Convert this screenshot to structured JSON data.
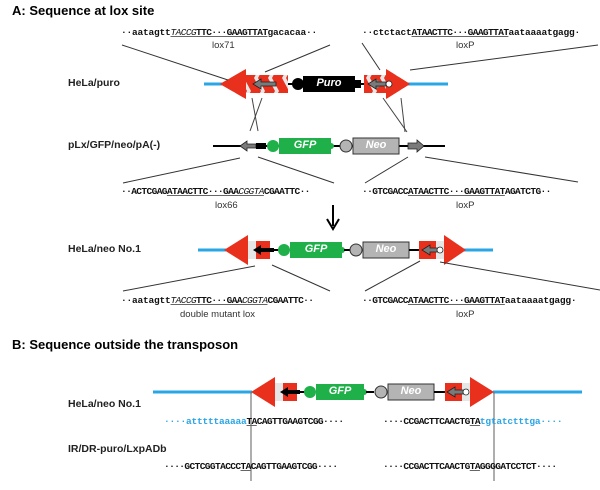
{
  "section_a": {
    "title": "A: Sequence at lox site",
    "rows": {
      "hela_puro": "HeLa/puro",
      "plx": "pLx/GFP/neo/pA(-)",
      "hela_neo": "HeLa/neo No.1"
    },
    "seq_top_left": {
      "pre": "··aatagtt",
      "mut1": "TACCG",
      "mid": "TTC···GAAGTTAT",
      "post": "gacacaa··",
      "label": "lox71"
    },
    "seq_top_right": {
      "pre": "··ctctact",
      "core": "ATAACTTC···GAAGTTAT",
      "post": "aataaaatgagg·",
      "label": "loxP"
    },
    "seq_mid_left": {
      "pre": "··ACTCGAG",
      "core1": "ATAACTTC···GAA",
      "mut2": "CGGTA",
      "post": "CGAATTC··",
      "label": "lox66"
    },
    "seq_mid_right": {
      "pre": "··GTCGACC",
      "core": "ATAACTTC···GAAGTTAT",
      "post": "AGATCTG··",
      "label": "loxP"
    },
    "seq_bot_left": {
      "pre": "··aatagtt",
      "mut1": "TACCG",
      "mid": "TTC···GAA",
      "mut2": "CGGTA",
      "post": "CGAATTC··",
      "label": "double mutant lox"
    },
    "seq_bot_right": {
      "pre": "··GTCGACC",
      "core": "ATAACTTC···GAAGTTAT",
      "post": "aataaaatgagg·",
      "label": "loxP"
    },
    "genes": {
      "puro": "Puro",
      "gfp": "GFP",
      "neo": "Neo"
    }
  },
  "section_b": {
    "title": "B: Sequence outside the transposon",
    "rows": {
      "hela_neo": "HeLa/neo No.1",
      "ir_dr": "IR/DR-puro/LxpADb"
    },
    "seq_hela_left": {
      "flank": "····atttttaaaaa",
      "ta": "TA",
      "rest": "CAGTTGAAGTCGG····"
    },
    "seq_hela_right": {
      "rest": "····CCGACTTCAACTG",
      "ta": "TA",
      "flank": "tgtatctttga····"
    },
    "seq_ir_left": {
      "flank": "····GCTCGGTACCC",
      "ta": "TA",
      "rest": "CAGTTGAAGTCGG····"
    },
    "seq_ir_right": {
      "rest": "····CCGACTTCAACTG",
      "ta": "TA",
      "flank": "GGGGATCCTCT····"
    },
    "genes": {
      "gfp": "GFP",
      "neo": "Neo"
    }
  },
  "colors": {
    "genome_line": "#2aa5e6",
    "ir_red": "#e8301c",
    "gfp_green": "#1fb04a",
    "neo_gray": "#b4b4b4",
    "puro_black": "#000000",
    "lox_arrow_gray": "#7a7a7a",
    "flank_blue": "#2aa5e6"
  }
}
